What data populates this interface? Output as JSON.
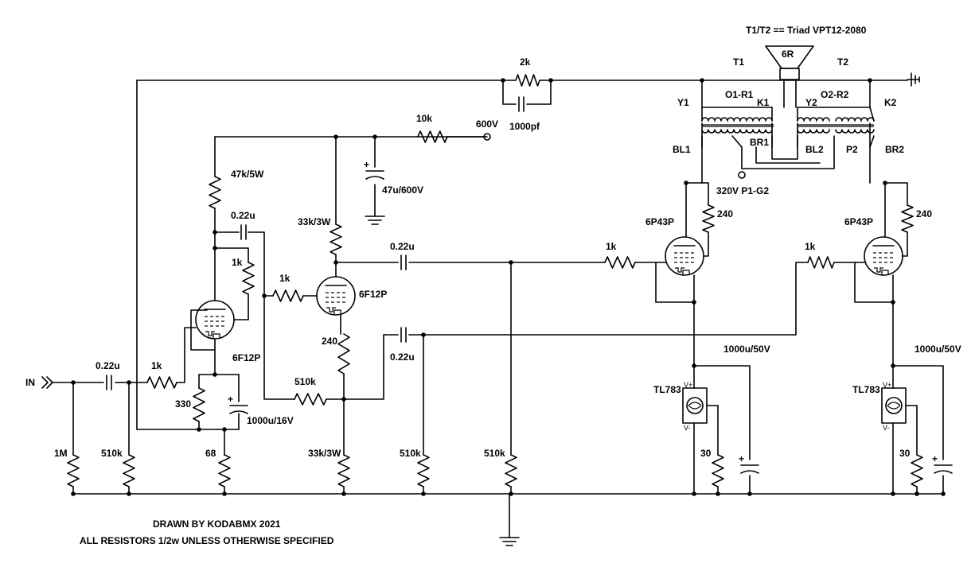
{
  "title": "T1/T2 == Triad VPT12-2080",
  "footer": {
    "line1": "DRAWN BY KODABMX 2021",
    "line2": "ALL RESISTORS 1/2w UNLESS OTHERWISE SPECIFIED"
  },
  "input_label": "IN",
  "supply_label": "600V",
  "screen_supply_label": "320V P1-G2",
  "speaker_label": "6R",
  "ic_pins": {
    "vplus": "V+",
    "vminus": "V-"
  },
  "transformer": {
    "t1": "T1",
    "t2": "T2",
    "y1": "Y1",
    "o1r1": "O1-R1",
    "k1": "K1",
    "br1": "BR1",
    "bl1": "BL1",
    "y2": "Y2",
    "o2r2": "O2-R2",
    "k2": "K2",
    "bl2": "BL2",
    "p2": "P2",
    "br2": "BR2"
  },
  "components": {
    "c_in": "0.22u",
    "r_in_grid": "1k",
    "r_1m": "1M",
    "r_510k_a": "510k",
    "r_330": "330",
    "c_1000u16": "1000u/16V",
    "r_68": "68",
    "tube_v1": "6F12P",
    "r_v1_plate_1k": "1k",
    "r_47k5w": "47k/5W",
    "c_couple_1": "0.22u",
    "r_grid_v2": "1k",
    "tube_v2": "6F12P",
    "r_33k3w_top": "33k/3W",
    "r_240_cath": "240",
    "r_510k_fb": "510k",
    "r_33k3w_bot": "33k/3W",
    "r_10k": "10k",
    "c_47u600": "47u/600V",
    "c_couple_2": "0.22u",
    "c_couple_3": "0.22u",
    "r_510k_b": "510k",
    "r_510k_c": "510k",
    "r_2k": "2k",
    "c_1000pf": "1000pf",
    "tube_p1": "6P43P",
    "tube_p2": "6P43P",
    "r_grid_p1": "1k",
    "r_grid_p2": "1k",
    "r_240_p1": "240",
    "r_240_p2": "240",
    "c_1000u50_a": "1000u/50V",
    "c_1000u50_b": "1000u/50V",
    "ic_a": "TL783",
    "ic_b": "TL783",
    "r_30_a": "30",
    "r_30_b": "30"
  }
}
